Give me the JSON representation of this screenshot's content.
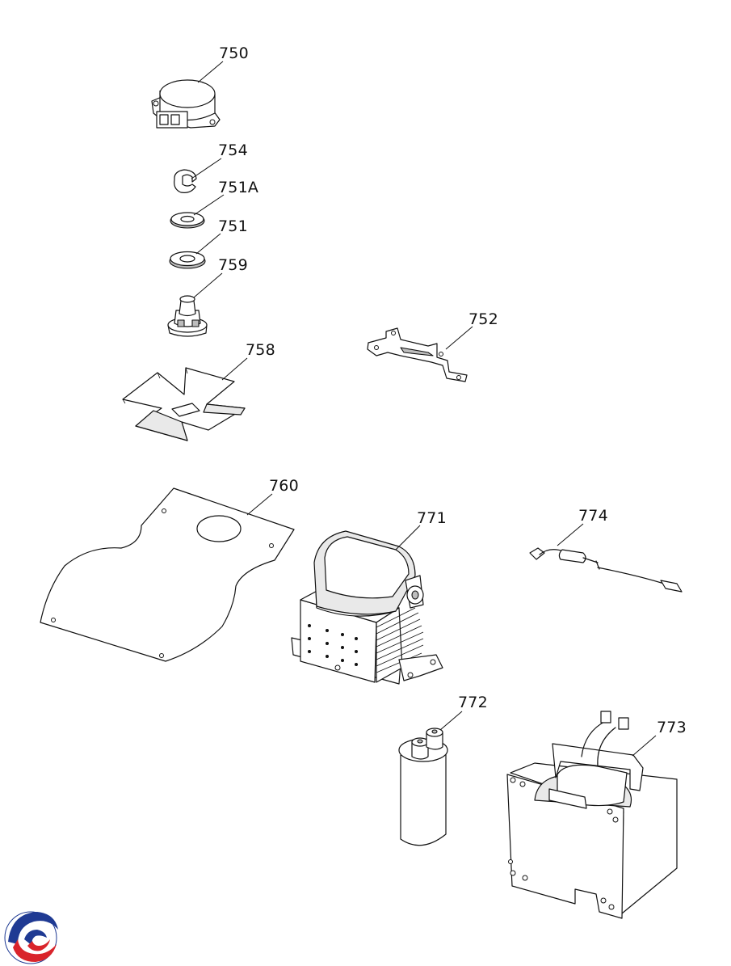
{
  "parts": [
    {
      "label": "750",
      "name": "turntable-motor"
    },
    {
      "label": "754",
      "name": "clip"
    },
    {
      "label": "751A",
      "name": "washer"
    },
    {
      "label": "751",
      "name": "washer"
    },
    {
      "label": "759",
      "name": "coupler"
    },
    {
      "label": "758",
      "name": "cover"
    },
    {
      "label": "752",
      "name": "bracket"
    },
    {
      "label": "760",
      "name": "insulation-plate"
    },
    {
      "label": "771",
      "name": "magnetron"
    },
    {
      "label": "774",
      "name": "diode"
    },
    {
      "label": "772",
      "name": "capacitor"
    },
    {
      "label": "773",
      "name": "transformer"
    }
  ],
  "logo": {
    "name": "brand-logo-icon",
    "colors": [
      "#1f3a93",
      "#d9242b"
    ]
  },
  "colors": {
    "line": "#111111",
    "background": "#ffffff"
  }
}
